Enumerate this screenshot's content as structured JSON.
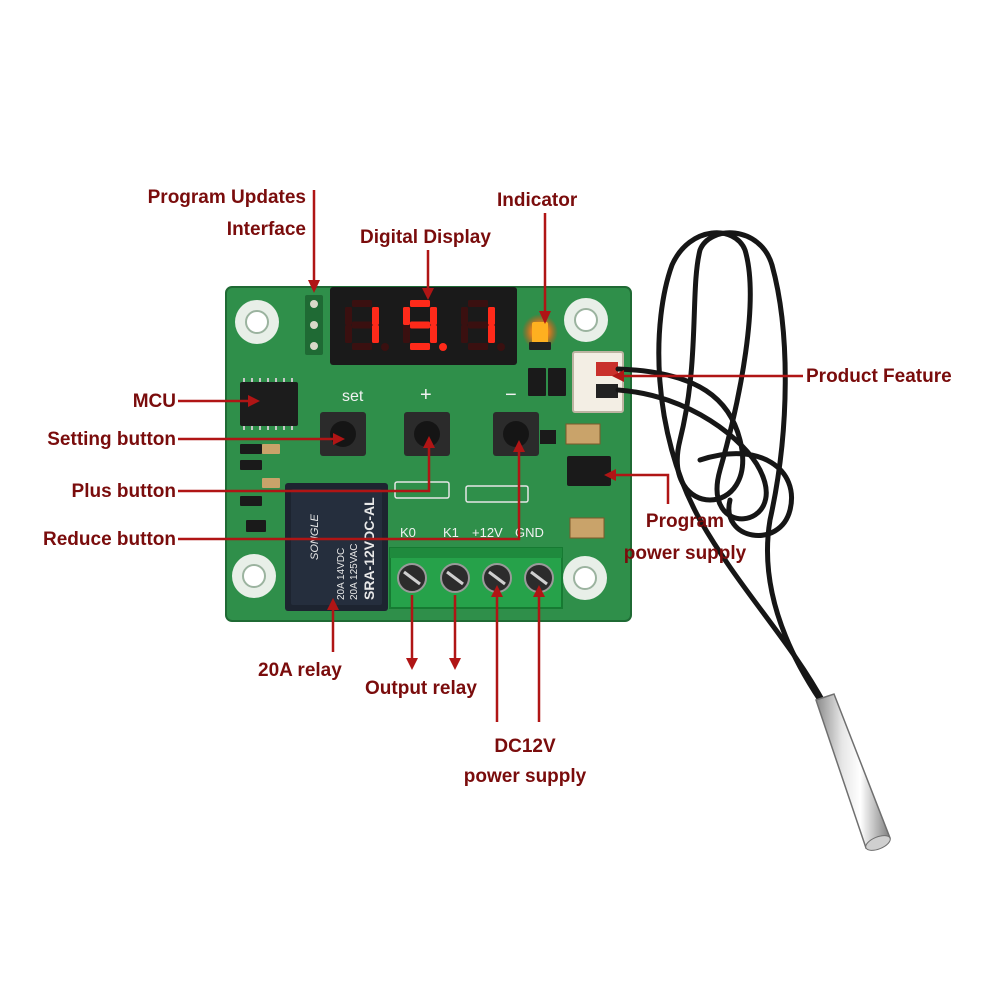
{
  "colors": {
    "label": "#7a0c0c",
    "leader": "#b01515",
    "pcb": "#2f8f4a",
    "segment": "#ff2a1a",
    "terminal": "#26a24a"
  },
  "display": {
    "reading": "19.1"
  },
  "board_silkscreen": {
    "set": "set",
    "plus": "+",
    "minus": "−",
    "k0": "K0",
    "k1": "K1",
    "v12": "+12V",
    "gnd": "GND"
  },
  "relay": {
    "model": "SRA-12VDC-AL",
    "rating1": "20A 14VDC",
    "rating2": "20A 125VAC",
    "brand": "SONGLE"
  },
  "labels": {
    "program_updates_1": "Program Updates",
    "program_updates_2": "Interface",
    "digital_display": "Digital Display",
    "indicator": "Indicator",
    "product_feature": "Product Feature",
    "mcu": "MCU",
    "setting_button": "Setting button",
    "plus_button": "Plus button",
    "reduce_button": "Reduce button",
    "program_power_1": "Program",
    "program_power_2": "power supply",
    "relay_20a": "20A relay",
    "output_relay": "Output relay",
    "dc12v_1": "DC12V",
    "dc12v_2": "power supply"
  }
}
